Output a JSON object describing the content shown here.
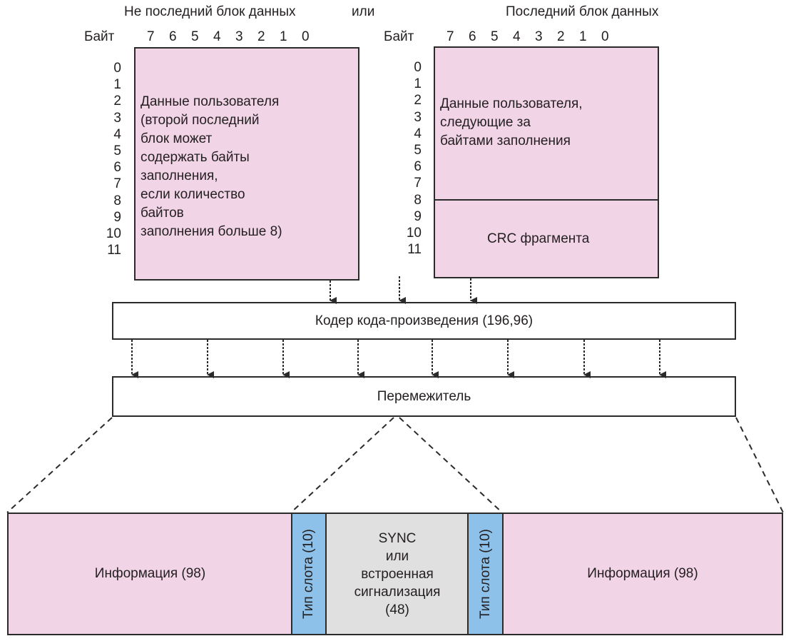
{
  "titles": {
    "left": "Не последний блок данных",
    "or": "или",
    "right": "Последний блок данных"
  },
  "byte_label": "Байт",
  "bit_numbers": [
    "7",
    "6",
    "5",
    "4",
    "3",
    "2",
    "1",
    "0"
  ],
  "byte_rows": [
    "0",
    "1",
    "2",
    "3",
    "4",
    "5",
    "6",
    "7",
    "8",
    "9",
    "10",
    "11"
  ],
  "left_block": {
    "text": "Данные пользователя\n(второй последний\nблок может\nсодержать байты\nзаполнения,\nесли количество\nбайтов\nзаполнения больше 8)"
  },
  "right_block": {
    "upper_text": "Данные пользователя,\nследующие за\nбайтами заполнения",
    "lower_text": "CRC фрагмента"
  },
  "encoder": {
    "label": "Кодер кода-произведения (196,96)"
  },
  "interleaver": {
    "label": "Перемежитель"
  },
  "burst": {
    "info_left": "Информация (98)",
    "slot_type_left": "Тип слота (10)",
    "sync": "SYNC\nили\nвстроенная\nсигнализация\n(48)",
    "slot_type_right": "Тип слота (10)",
    "info_right": "Информация (98)"
  },
  "colors": {
    "data_block": "#f2d4e7",
    "slot_type": "#8dc1e9",
    "sync": "#e0e0e0",
    "stroke": "#2b2b2b"
  }
}
